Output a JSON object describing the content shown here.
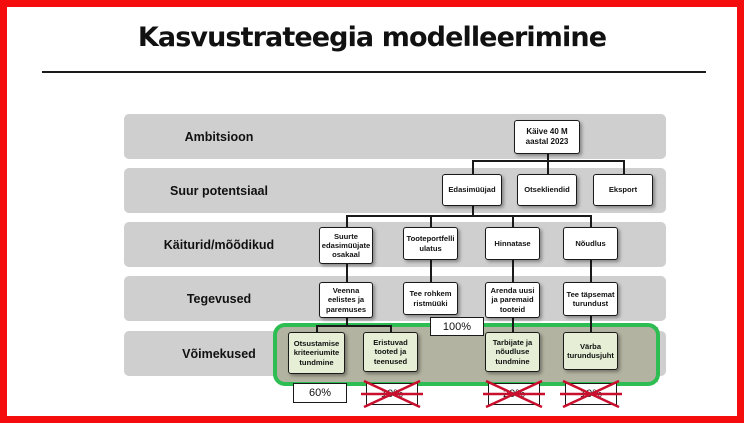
{
  "title": "Kasvustrateegia modelleerimine",
  "bands": [
    {
      "label": "Ambitsioon"
    },
    {
      "label": "Suur potentsiaal"
    },
    {
      "label": "Käiturid/mõõdikud"
    },
    {
      "label": "Tegevused"
    },
    {
      "label": "Võimekused"
    }
  ],
  "nodes": {
    "ambition": "Käive 40 M aastal 2023",
    "potential": [
      "Edasimüüjad",
      "Otsekliendid",
      "Eksport"
    ],
    "drivers": [
      "Suurte edasimüüjate osakaal",
      "Tooteportfelli ulatus",
      "Hinnatase",
      "Nõudlus"
    ],
    "actions": [
      "Veenna eelistes ja paremuses",
      "Tee rohkem ristmüüki",
      "Arenda uusi ja paremaid tooteid",
      "Tee täpsemat turundust"
    ],
    "capabilities": [
      "Otsustamise kriteeriumite tundmine",
      "Eristuvad tooted ja teenused",
      "Tarbijate ja nõudluse tundmine",
      "Värba turundusjuht"
    ]
  },
  "percentages": {
    "overall": "100%",
    "cap1": "60%",
    "cap2": "10%",
    "cap3": "20%",
    "cap4": "10%"
  },
  "colors": {
    "frame": "#f50c0c",
    "band": "#cfcfcf",
    "highlight_outline": "#2ebd53",
    "highlight_fill": "#b3b3a1",
    "capability_box": "#e6efd6",
    "strike": "#c8102e"
  }
}
